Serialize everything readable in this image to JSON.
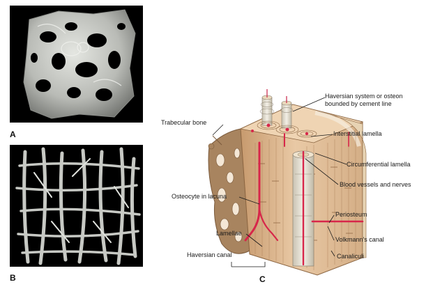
{
  "panels": {
    "a": {
      "letter": "A"
    },
    "b": {
      "letter": "B"
    },
    "c": {
      "letter": "C"
    }
  },
  "labels": {
    "haversian_system_line1": "Haversian system or osteon",
    "haversian_system_line2": "bounded by cement line",
    "trabecular_bone": "Trabecular bone",
    "interstitial_lamella": "Interstitial lamella",
    "circumferential_lamella": "Circumferential lamella",
    "blood_vessels_nerves": "Blood vessels and nerves",
    "osteocyte_in_lacuna": "Osteocyte in lacuna",
    "periosteum": "Periosteum",
    "lamellae": "Lamellae",
    "volkmanns_canal": "Volkmann's canal",
    "haversian_canal": "Haversian canal",
    "canaliculi": "Canaliculi"
  },
  "colors": {
    "panel_bg": "#000000",
    "bone_gray": "#c9cbc6",
    "bone_tan": "#e8c9a6",
    "bone_brown": "#b58a5c",
    "vessel_red": "#d7264a"
  }
}
